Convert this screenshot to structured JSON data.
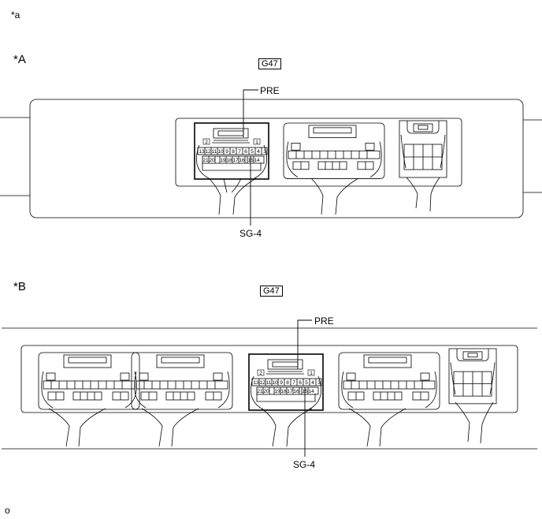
{
  "corner_label": "*a",
  "footer_label": "o",
  "view_a": {
    "tag": "*A",
    "connector_code": "G47",
    "pin_callout_top": "PRE",
    "pin_callout_bottom": "SG-4"
  },
  "view_b": {
    "tag": "*B",
    "connector_code": "G47",
    "pin_callout_top": "PRE",
    "pin_callout_bottom": "SG-4"
  },
  "connector": {
    "upper_small_pins": [
      "2",
      "1"
    ],
    "row_upper_pins": [
      "13",
      "12",
      "11",
      "10",
      "9",
      "8",
      "7",
      "6",
      "5",
      "4",
      "3"
    ],
    "row_lower_pins": [
      "21",
      "20",
      "19",
      "18",
      "17",
      "16",
      "15",
      "14"
    ]
  }
}
